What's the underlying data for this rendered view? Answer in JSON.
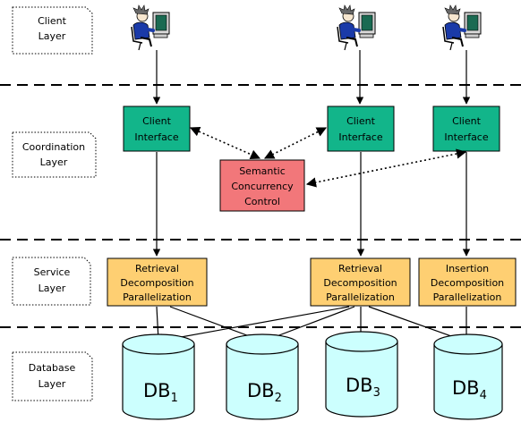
{
  "layers": {
    "client": [
      "Client",
      "Layer"
    ],
    "coordination": [
      "Coordination",
      "Layer"
    ],
    "service": [
      "Service",
      "Layer"
    ],
    "database": [
      "Database",
      "Layer"
    ]
  },
  "client_interfaces": [
    {
      "lines": [
        "Client",
        "Interface"
      ]
    },
    {
      "lines": [
        "Client",
        "Interface"
      ]
    },
    {
      "lines": [
        "Client",
        "Interface"
      ]
    }
  ],
  "concurrency_control": {
    "lines": [
      "Semantic",
      "Concurrency",
      "Control"
    ]
  },
  "services": [
    {
      "lines": [
        "Retrieval",
        "Decomposition",
        "Parallelization"
      ]
    },
    {
      "lines": [
        "Retrieval",
        "Decomposition",
        "Parallelization"
      ]
    },
    {
      "lines": [
        "Insertion",
        "Decomposition",
        "Parallelization"
      ]
    }
  ],
  "databases": [
    {
      "name": "DB",
      "index": "1"
    },
    {
      "name": "DB",
      "index": "2"
    },
    {
      "name": "DB",
      "index": "3"
    },
    {
      "name": "DB",
      "index": "4"
    }
  ],
  "colors": {
    "interface_fill": "#12b58a",
    "concurrency_fill": "#f2777a",
    "service_fill": "#fecf72",
    "db_fill": "#ccfffe",
    "user_shirt": "#1a3aa8",
    "user_hair": "#6a6a6a"
  }
}
